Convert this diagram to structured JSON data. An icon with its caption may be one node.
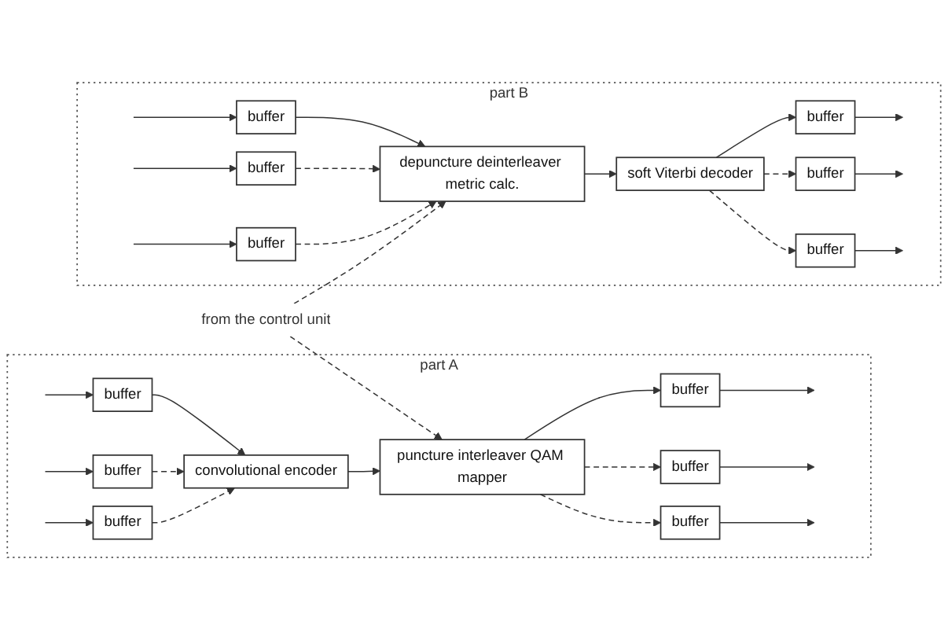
{
  "diagram": {
    "nodes": [
      {
        "text": [
          "part A"
        ]
      },
      {
        "text": [
          "buffer"
        ],
        "in": 0
      },
      {
        "text": [
          "buffer"
        ],
        "in": 0
      },
      {
        "text": [
          "buffer"
        ],
        "in": 0
      },
      {
        "text": [
          "convolutional encoder"
        ],
        "in": 0
      },
      {
        "text": [
          "puncture interleaver QAM mapper"
        ],
        "in": 0
      },
      {
        "text": [
          "buffer"
        ],
        "in": 0
      },
      {
        "text": [
          "buffer"
        ],
        "in": 0
      },
      {
        "text": [
          "buffer"
        ],
        "in": 0
      },
      {
        "text": [
          "from the control unit"
        ]
      },
      {
        "text": [
          "part B"
        ]
      },
      {
        "text": [
          "buffer"
        ],
        "in": 10
      },
      {
        "text": [
          "buffer"
        ],
        "in": 10
      },
      {
        "text": [
          "buffer"
        ],
        "in": 10
      },
      {
        "text": [
          "soft Viterbi decoder"
        ],
        "in": 10
      },
      {
        "text": [
          "depuncture deinterleaver metric calc."
        ],
        "in": 10
      },
      {
        "text": [
          "buffer"
        ],
        "in": 10
      },
      {
        "text": [
          "buffer"
        ],
        "in": 10
      },
      {
        "text": [
          "buffer"
        ],
        "in": 10
      }
    ],
    "edges": [
      {
        "from": null,
        "to": 1,
        "arrow": "to"
      },
      {
        "from": null,
        "to": 2,
        "arrow": "to"
      },
      {
        "from": null,
        "to": 3,
        "arrow": "to"
      },
      {
        "from": 1,
        "to": 4,
        "arrow": "to"
      },
      {
        "from": 2,
        "to": 4,
        "arrow": "to",
        "style": "dashed"
      },
      {
        "from": 3,
        "to": 4,
        "arrow": "to",
        "style": "dashed"
      },
      {
        "from": 4,
        "to": 5,
        "arrow": "to"
      },
      {
        "from": 5,
        "to": 6,
        "arrow": "to"
      },
      {
        "from": 5,
        "to": 7,
        "arrow": "to",
        "style": "dashed"
      },
      {
        "from": 5,
        "to": 8,
        "arrow": "to",
        "style": "dashed"
      },
      {
        "from": 6,
        "to": null,
        "arrow": "to"
      },
      {
        "from": 7,
        "to": null,
        "arrow": "to"
      },
      {
        "from": 8,
        "to": null,
        "arrow": "to"
      },
      {
        "from": 9,
        "to": 5,
        "arrow": "to",
        "style": "dashed"
      },
      {
        "from": 9,
        "to": 15,
        "arrow": "to",
        "style": "dashed"
      },
      {
        "from": null,
        "to": 16,
        "arrow": "to"
      },
      {
        "from": null,
        "to": 17,
        "arrow": "to"
      },
      {
        "from": null,
        "to": 18,
        "arrow": "to"
      },
      {
        "from": 16,
        "to": 15,
        "arrow": "to"
      },
      {
        "from": 17,
        "to": 15,
        "arrow": "to",
        "style": "dashed"
      },
      {
        "from": 18,
        "to": 15,
        "arrow": "to",
        "style": "dashed"
      },
      {
        "from": 15,
        "to": 14,
        "arrow": "to"
      },
      {
        "from": 14,
        "to": 11,
        "arrow": "to"
      },
      {
        "from": 14,
        "to": 12,
        "arrow": "to",
        "style": "dashed"
      },
      {
        "from": 14,
        "to": 13,
        "arrow": "to",
        "style": "dashed"
      },
      {
        "from": 11,
        "to": null,
        "arrow": "to"
      },
      {
        "from": 12,
        "to": null,
        "arrow": "to"
      },
      {
        "from": 13,
        "to": null,
        "arrow": "to"
      }
    ]
  }
}
